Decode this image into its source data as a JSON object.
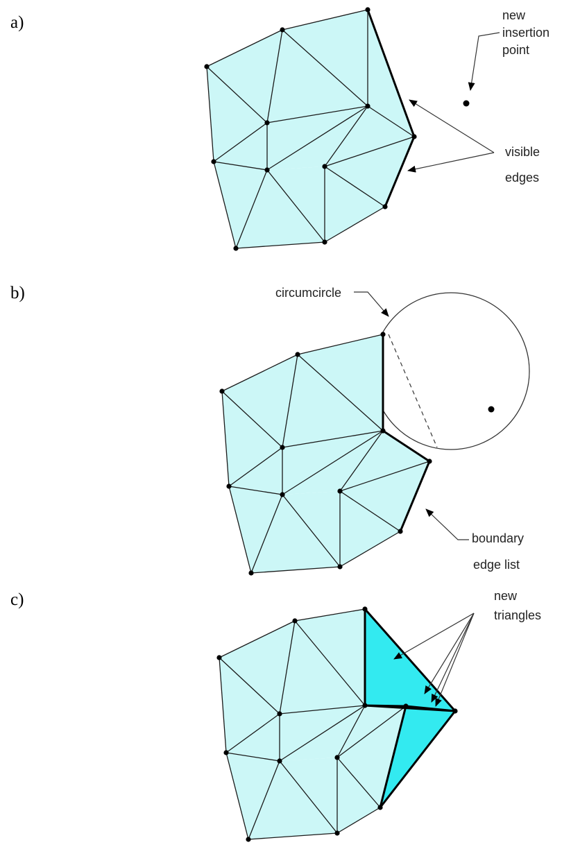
{
  "panels": [
    {
      "id": "a",
      "label": "a)",
      "annotations": [
        {
          "id": "new-insertion-point",
          "lines": [
            "new",
            "insertion",
            "point"
          ]
        },
        {
          "id": "visible-edges",
          "lines": [
            "visible",
            "edges"
          ]
        }
      ]
    },
    {
      "id": "b",
      "label": "b)",
      "annotations": [
        {
          "id": "circumcircle",
          "lines": [
            "circumcircle"
          ]
        },
        {
          "id": "boundary-edge-list",
          "lines": [
            "boundary",
            "edge list"
          ]
        }
      ]
    },
    {
      "id": "c",
      "label": "c)",
      "annotations": [
        {
          "id": "new-triangles",
          "lines": [
            "new",
            "triangles"
          ]
        }
      ]
    }
  ],
  "colors": {
    "mesh_fill": "#ccf7f7",
    "new_triangle_fill": "#33eaf0",
    "edge": "#1a1a1a"
  }
}
